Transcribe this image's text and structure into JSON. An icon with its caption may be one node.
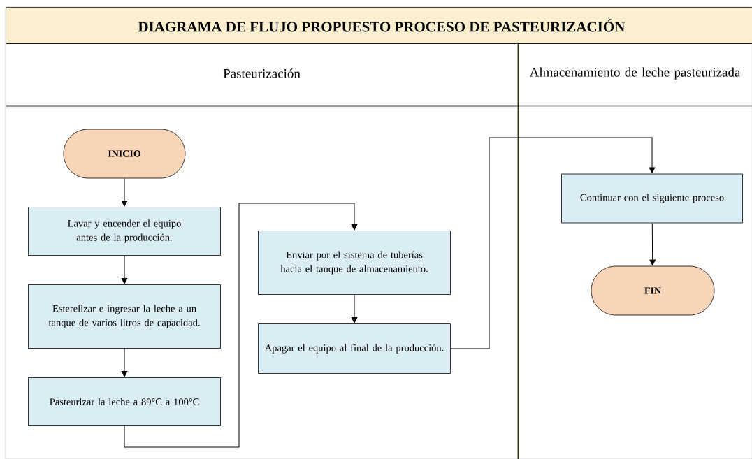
{
  "diagram": {
    "title": "DIAGRAMA DE FLUJO PROPUESTO PROCESO DE PASTEURIZACIÓN",
    "nodes": [
      {
        "text": [
          "Pasteurización"
        ]
      },
      {
        "text": [
          "Almacenamiento de leche pasteurizada"
        ]
      },
      {
        "text": [
          "INICIO"
        ],
        "in": 0
      },
      {
        "text": [
          "Lavar y encender el equipo antes de la producción."
        ],
        "in": 0
      },
      {
        "text": [
          "Esterelizar e ingresar la leche a un tanque de varios litros de capacidad."
        ],
        "in": 0
      },
      {
        "text": [
          "Pasteurizar la leche a 89°C a 100°C"
        ],
        "in": 0
      },
      {
        "text": [
          "Enviar por el sistema de tuberías hacia el tanque de almacenamiento."
        ],
        "in": 0
      },
      {
        "text": [
          "Apagar el equipo al final de la producción."
        ],
        "in": 0
      },
      {
        "text": [
          "Continuar con el siguiente proceso"
        ],
        "in": 1
      },
      {
        "text": [
          "FIN"
        ],
        "in": 1
      }
    ],
    "edges": [
      {
        "from": 2,
        "to": 3,
        "arrow": "to"
      },
      {
        "from": 3,
        "to": 4,
        "arrow": "to"
      },
      {
        "from": 4,
        "to": 5,
        "arrow": "to"
      },
      {
        "from": 5,
        "to": 6,
        "arrow": "to"
      },
      {
        "from": 6,
        "to": 7,
        "arrow": "to"
      },
      {
        "from": 7,
        "to": 8,
        "arrow": "to"
      },
      {
        "from": 8,
        "to": 9,
        "arrow": "to"
      }
    ]
  }
}
